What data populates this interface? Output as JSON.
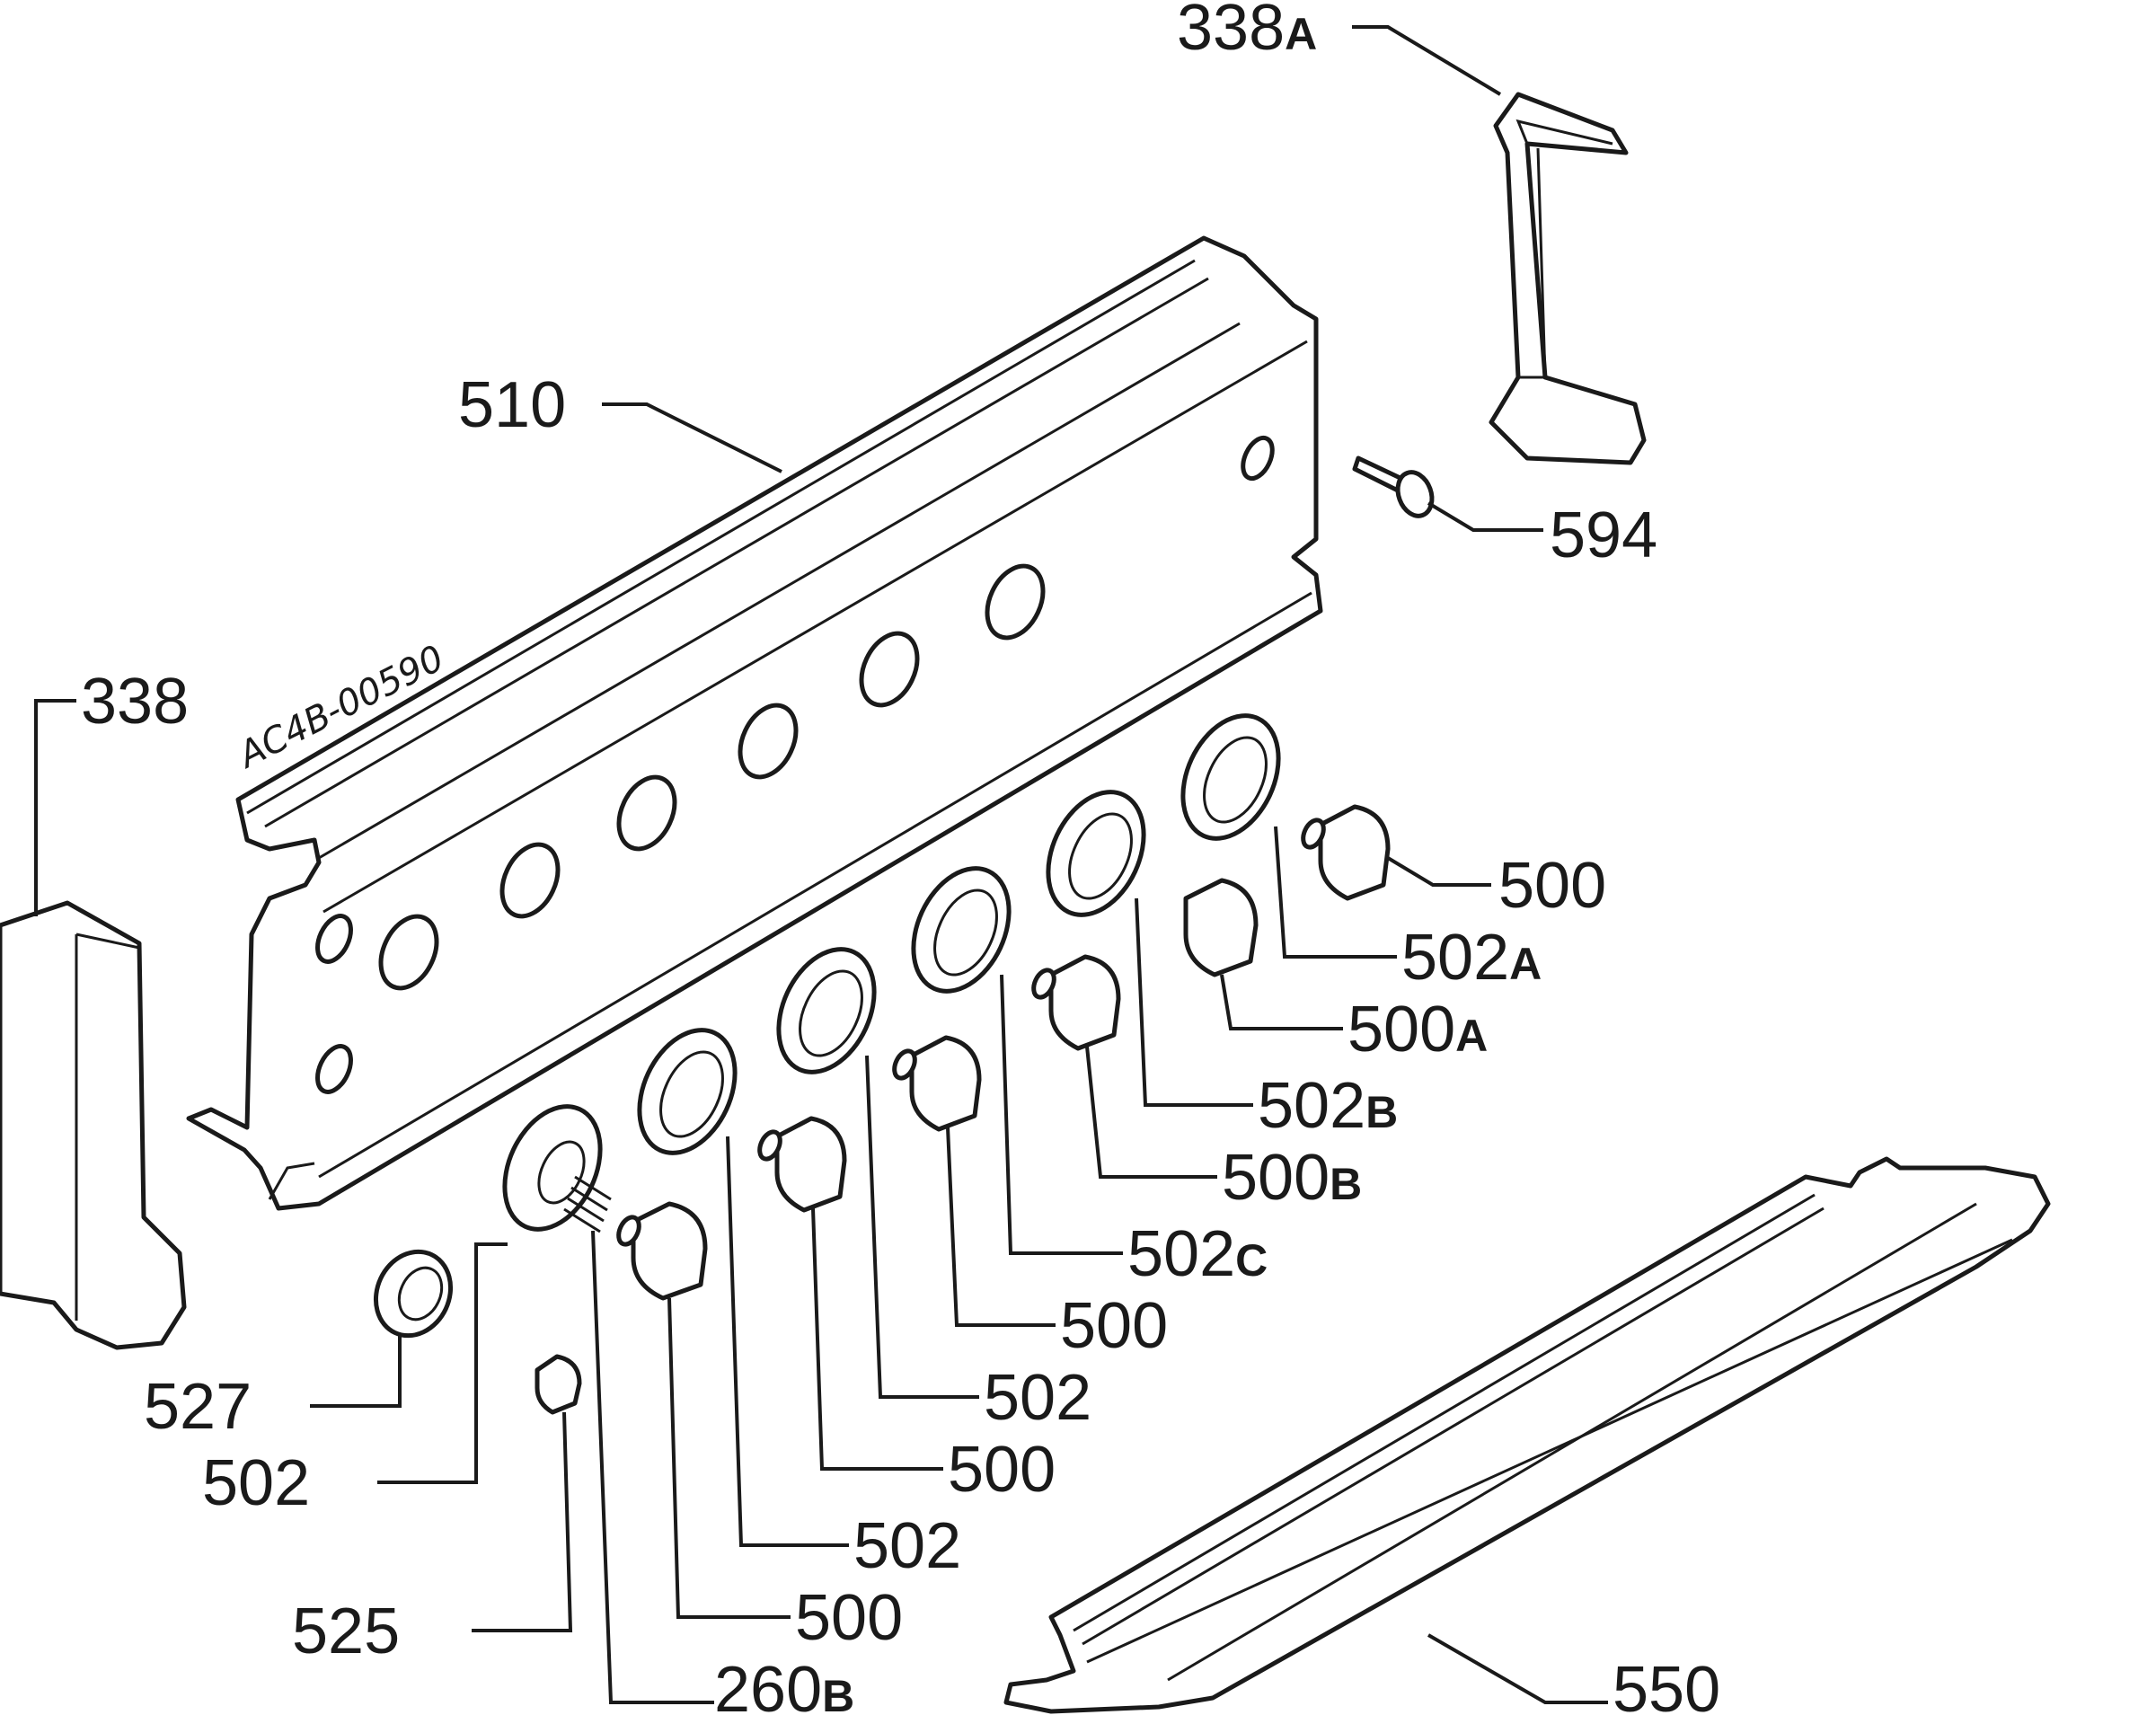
{
  "labels": {
    "l338a": {
      "num": "338",
      "suffix": "A"
    },
    "l510": {
      "num": "510",
      "suffix": ""
    },
    "l594": {
      "num": "594",
      "suffix": ""
    },
    "l338": {
      "num": "338",
      "suffix": ""
    },
    "l500_1": {
      "num": "500",
      "suffix": ""
    },
    "l502a": {
      "num": "502",
      "suffix": "A"
    },
    "l500a": {
      "num": "500",
      "suffix": "A"
    },
    "l502b": {
      "num": "502",
      "suffix": "B"
    },
    "l500b": {
      "num": "500",
      "suffix": "B"
    },
    "l502c": {
      "num": "502",
      "suffix": "C"
    },
    "l500_2": {
      "num": "500",
      "suffix": ""
    },
    "l502_1": {
      "num": "502",
      "suffix": ""
    },
    "l500_3": {
      "num": "500",
      "suffix": ""
    },
    "l527": {
      "num": "527",
      "suffix": ""
    },
    "l502_2": {
      "num": "502",
      "suffix": ""
    },
    "l502_3": {
      "num": "502",
      "suffix": ""
    },
    "l525": {
      "num": "525",
      "suffix": ""
    },
    "l500_4": {
      "num": "500",
      "suffix": ""
    },
    "l260b": {
      "num": "260",
      "suffix": "B"
    },
    "l550": {
      "num": "550",
      "suffix": ""
    }
  },
  "drawing_code": "AC4B-00590"
}
